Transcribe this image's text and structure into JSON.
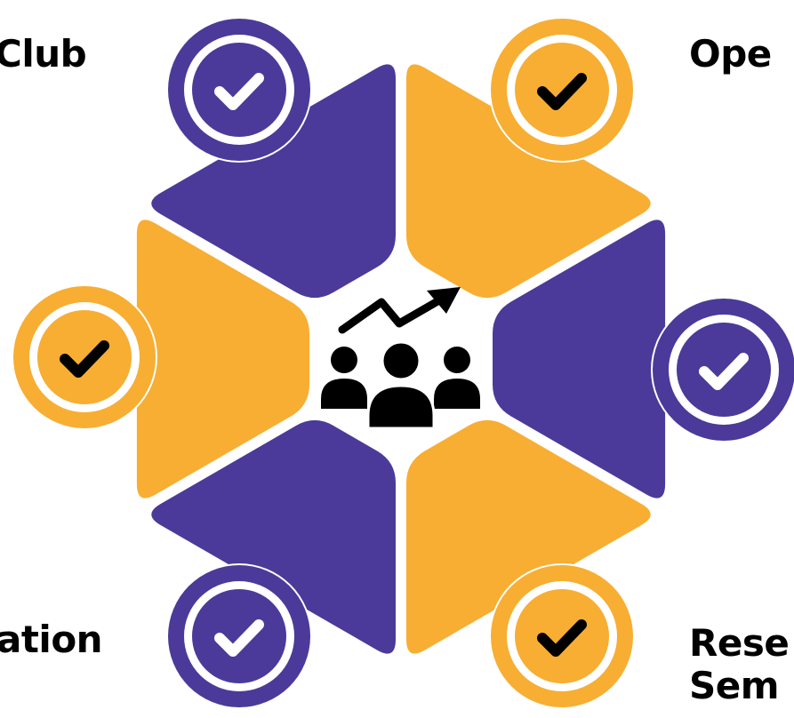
{
  "colors": {
    "purple": "#4b3a99",
    "orange": "#f7ae32",
    "white": "#ffffff",
    "black": "#000000"
  },
  "center_icon": "team-growth-icon",
  "labels": {
    "top_left": "Club",
    "top_right": "Ope",
    "bottom_left": "ation",
    "bottom_right": "Rese\nSem"
  },
  "segments": [
    {
      "name": "segment-top-left",
      "color": "orange"
    },
    {
      "name": "segment-top-right",
      "color": "purple"
    },
    {
      "name": "segment-right",
      "color": "orange"
    },
    {
      "name": "segment-bottom-right",
      "color": "purple"
    },
    {
      "name": "segment-bottom-left",
      "color": "orange"
    },
    {
      "name": "segment-left",
      "color": "purple"
    }
  ],
  "badges": [
    {
      "name": "check-badge-top-left",
      "style": "purple"
    },
    {
      "name": "check-badge-top-right",
      "style": "orange"
    },
    {
      "name": "check-badge-right",
      "style": "purple"
    },
    {
      "name": "check-badge-bottom-right",
      "style": "orange"
    },
    {
      "name": "check-badge-bottom-left",
      "style": "purple"
    },
    {
      "name": "check-badge-left",
      "style": "orange"
    }
  ]
}
